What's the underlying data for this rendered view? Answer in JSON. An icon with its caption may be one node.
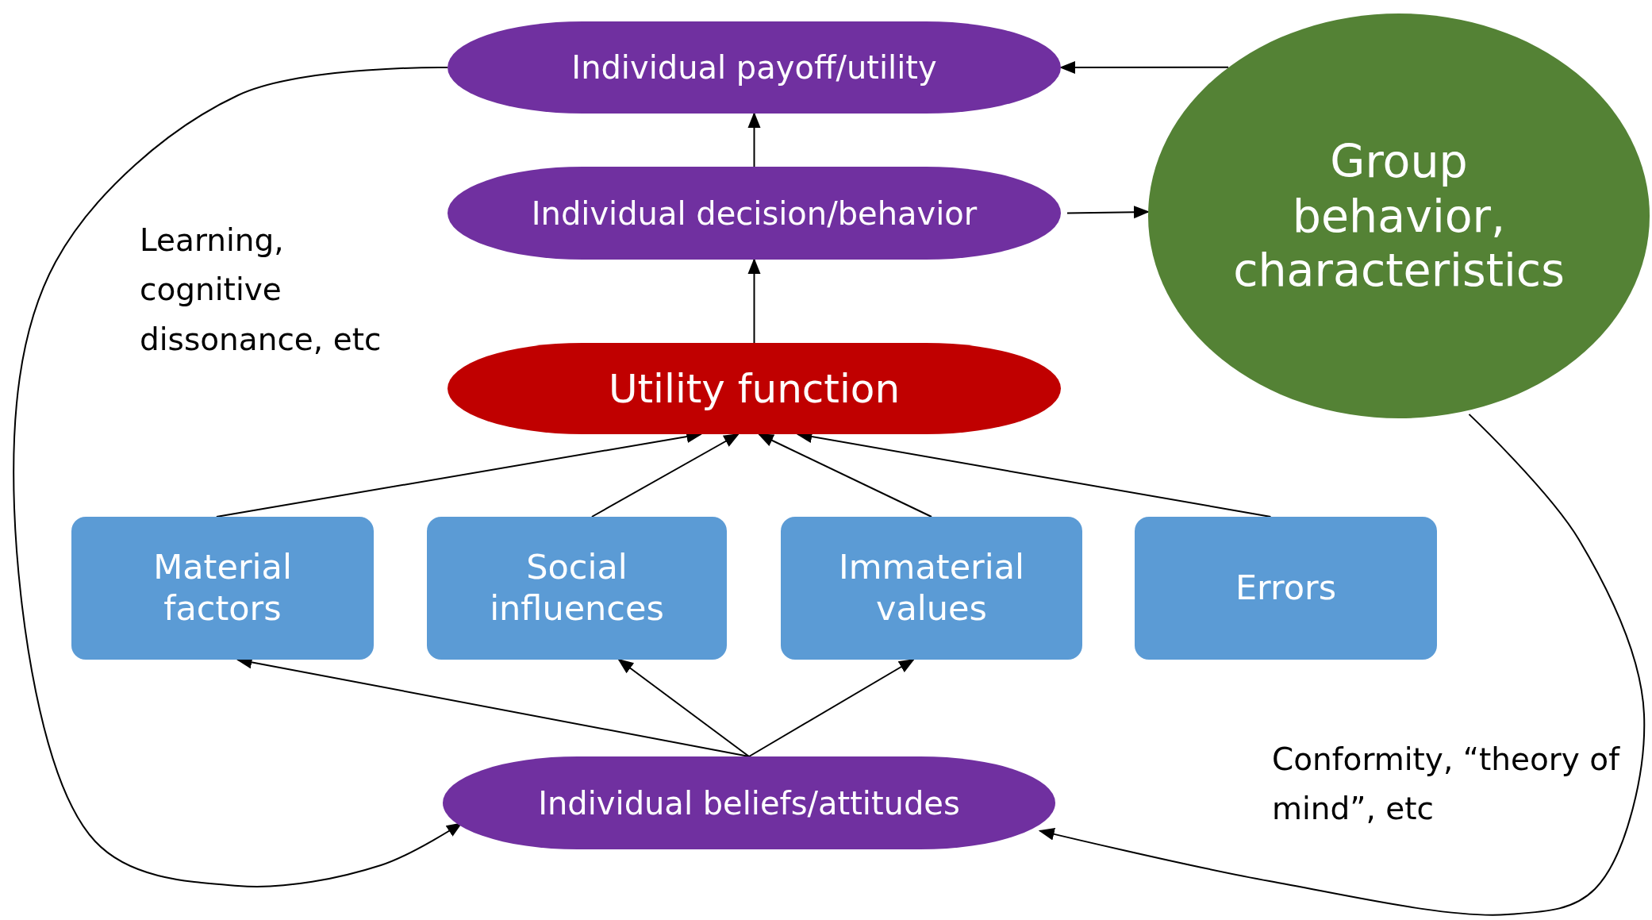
{
  "diagram": {
    "nodes": [
      {
        "text": [
          "Individual payoff/utility"
        ]
      },
      {
        "text": [
          "Individual decision/behavior"
        ]
      },
      {
        "text": [
          "Group behavior, characteristics"
        ]
      },
      {
        "text": [
          "Utility function"
        ]
      },
      {
        "text": [
          "Material factors"
        ]
      },
      {
        "text": [
          "Social influences"
        ]
      },
      {
        "text": [
          "Immaterial values"
        ]
      },
      {
        "text": [
          "Errors"
        ]
      },
      {
        "text": [
          "Individual beliefs/attitudes"
        ]
      }
    ],
    "edges": [
      {
        "from": 1,
        "to": 0,
        "arrow": "to"
      },
      {
        "from": 3,
        "to": 1,
        "arrow": "to"
      },
      {
        "from": 1,
        "to": 2,
        "arrow": "to"
      },
      {
        "from": 2,
        "to": 0,
        "arrow": "to"
      },
      {
        "from": 4,
        "to": 3,
        "arrow": "to"
      },
      {
        "from": 5,
        "to": 3,
        "arrow": "to"
      },
      {
        "from": 6,
        "to": 3,
        "arrow": "to"
      },
      {
        "from": 7,
        "to": 3,
        "arrow": "to"
      },
      {
        "from": 8,
        "to": 4,
        "arrow": "to"
      },
      {
        "from": 8,
        "to": 5,
        "arrow": "to"
      },
      {
        "from": 8,
        "to": 6,
        "arrow": "to"
      },
      {
        "from": 0,
        "to": 8,
        "arrow": "to",
        "label": "Learning, cognitive dissonance, etc"
      },
      {
        "from": 2,
        "to": 8,
        "arrow": "to",
        "label": "Conformity, “theory of mind”, etc"
      }
    ]
  }
}
